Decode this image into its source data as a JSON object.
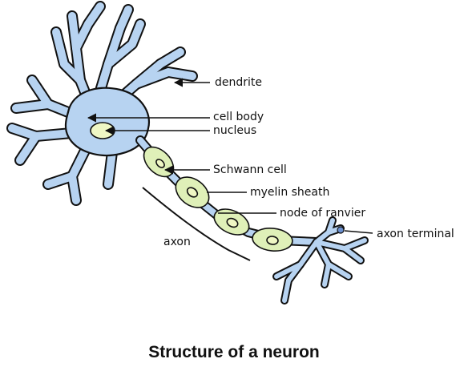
{
  "title": "Structure of a neuron",
  "labels": {
    "dendrite": "dendrite",
    "cell_body": "cell body",
    "nucleus": "nucleus",
    "schwann_cell": "Schwann cell",
    "myelin_sheath": "myelin sheath",
    "node_of_ranvier": "node of ranvier",
    "axon_terminal": "axon terminal",
    "axon": "axon"
  },
  "colors": {
    "neuron_fill": "#b7d3f1",
    "sheath_fill": "#dff0b8",
    "outline": "#111111"
  }
}
